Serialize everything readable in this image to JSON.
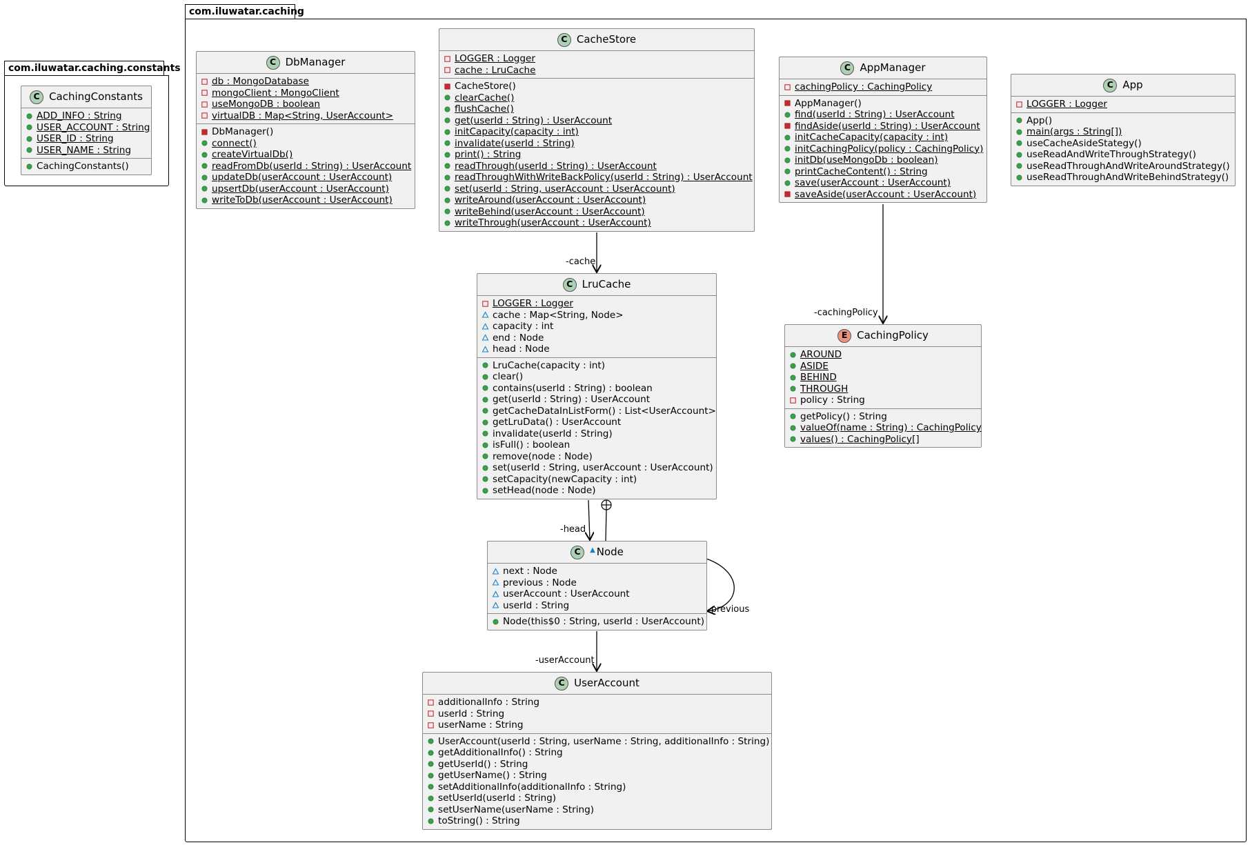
{
  "packages": {
    "constants": {
      "name": "com.iluwatar.caching.constants"
    },
    "caching": {
      "name": "com.iluwatar.caching"
    }
  },
  "colors": {
    "class_fill": "#f1f1f1",
    "class_border": "#8a8a8a",
    "class_badge": "#add1b2",
    "enum_badge": "#eb937f",
    "public": "#38a14a",
    "private": "#c82930",
    "package_private": "#1c7ec2"
  },
  "classes": {
    "caching_constants": {
      "name": "CachingConstants",
      "badge": "C",
      "fields": [
        {
          "vis": "public",
          "text": "ADD_INFO : String",
          "static": true
        },
        {
          "vis": "public",
          "text": "USER_ACCOUNT : String",
          "static": true
        },
        {
          "vis": "public",
          "text": "USER_ID : String",
          "static": true
        },
        {
          "vis": "public",
          "text": "USER_NAME : String",
          "static": true
        }
      ],
      "methods": [
        {
          "vis": "public",
          "text": "CachingConstants()",
          "static": false
        }
      ]
    },
    "db_manager": {
      "name": "DbManager",
      "badge": "C",
      "fields": [
        {
          "vis": "private",
          "text": "db : MongoDatabase",
          "static": true
        },
        {
          "vis": "private",
          "text": "mongoClient : MongoClient",
          "static": true
        },
        {
          "vis": "private",
          "text": "useMongoDB : boolean",
          "static": true
        },
        {
          "vis": "private",
          "text": "virtualDB : Map<String, UserAccount>",
          "static": true
        }
      ],
      "methods": [
        {
          "vis": "private-method",
          "text": "DbManager()",
          "static": false
        },
        {
          "vis": "public",
          "text": "connect()",
          "static": true
        },
        {
          "vis": "public",
          "text": "createVirtualDb()",
          "static": true
        },
        {
          "vis": "public",
          "text": "readFromDb(userId : String) : UserAccount",
          "static": true
        },
        {
          "vis": "public",
          "text": "updateDb(userAccount : UserAccount)",
          "static": true
        },
        {
          "vis": "public",
          "text": "upsertDb(userAccount : UserAccount)",
          "static": true
        },
        {
          "vis": "public",
          "text": "writeToDb(userAccount : UserAccount)",
          "static": true
        }
      ]
    },
    "cache_store": {
      "name": "CacheStore",
      "badge": "C",
      "fields": [
        {
          "vis": "private",
          "text": "LOGGER : Logger",
          "static": true
        },
        {
          "vis": "private",
          "text": "cache : LruCache",
          "static": true
        }
      ],
      "methods": [
        {
          "vis": "private-method",
          "text": "CacheStore()",
          "static": false
        },
        {
          "vis": "public",
          "text": "clearCache()",
          "static": true
        },
        {
          "vis": "public",
          "text": "flushCache()",
          "static": true
        },
        {
          "vis": "public",
          "text": "get(userId : String) : UserAccount",
          "static": true
        },
        {
          "vis": "public",
          "text": "initCapacity(capacity : int)",
          "static": true
        },
        {
          "vis": "public",
          "text": "invalidate(userId : String)",
          "static": true
        },
        {
          "vis": "public",
          "text": "print() : String",
          "static": true
        },
        {
          "vis": "public",
          "text": "readThrough(userId : String) : UserAccount",
          "static": true
        },
        {
          "vis": "public",
          "text": "readThroughWithWriteBackPolicy(userId : String) : UserAccount",
          "static": true
        },
        {
          "vis": "public",
          "text": "set(userId : String, userAccount : UserAccount)",
          "static": true
        },
        {
          "vis": "public",
          "text": "writeAround(userAccount : UserAccount)",
          "static": true
        },
        {
          "vis": "public",
          "text": "writeBehind(userAccount : UserAccount)",
          "static": true
        },
        {
          "vis": "public",
          "text": "writeThrough(userAccount : UserAccount)",
          "static": true
        }
      ]
    },
    "app_manager": {
      "name": "AppManager",
      "badge": "C",
      "fields": [
        {
          "vis": "private",
          "text": "cachingPolicy : CachingPolicy",
          "static": true
        }
      ],
      "methods": [
        {
          "vis": "private-method",
          "text": "AppManager()",
          "static": false
        },
        {
          "vis": "public",
          "text": "find(userId : String) : UserAccount",
          "static": true
        },
        {
          "vis": "private-method",
          "text": "findAside(userId : String) : UserAccount",
          "static": true
        },
        {
          "vis": "public",
          "text": "initCacheCapacity(capacity : int)",
          "static": true
        },
        {
          "vis": "public",
          "text": "initCachingPolicy(policy : CachingPolicy)",
          "static": true
        },
        {
          "vis": "public",
          "text": "initDb(useMongoDb : boolean)",
          "static": true
        },
        {
          "vis": "public",
          "text": "printCacheContent() : String",
          "static": true
        },
        {
          "vis": "public",
          "text": "save(userAccount : UserAccount)",
          "static": true
        },
        {
          "vis": "private-method",
          "text": "saveAside(userAccount : UserAccount)",
          "static": true
        }
      ]
    },
    "app": {
      "name": "App",
      "badge": "C",
      "fields": [
        {
          "vis": "private",
          "text": "LOGGER : Logger",
          "static": true
        }
      ],
      "methods": [
        {
          "vis": "public",
          "text": "App()",
          "static": false
        },
        {
          "vis": "public",
          "text": "main(args : String[])",
          "static": true
        },
        {
          "vis": "public",
          "text": "useCacheAsideStategy()",
          "static": false
        },
        {
          "vis": "public",
          "text": "useReadAndWriteThroughStrategy()",
          "static": false
        },
        {
          "vis": "public",
          "text": "useReadThroughAndWriteAroundStrategy()",
          "static": false
        },
        {
          "vis": "public",
          "text": "useReadThroughAndWriteBehindStrategy()",
          "static": false
        }
      ]
    },
    "lru_cache": {
      "name": "LruCache",
      "badge": "C",
      "fields": [
        {
          "vis": "private",
          "text": "LOGGER : Logger",
          "static": true
        },
        {
          "vis": "package",
          "text": "cache : Map<String, Node>",
          "static": false
        },
        {
          "vis": "package",
          "text": "capacity : int",
          "static": false
        },
        {
          "vis": "package",
          "text": "end : Node",
          "static": false
        },
        {
          "vis": "package",
          "text": "head : Node",
          "static": false
        }
      ],
      "methods": [
        {
          "vis": "public",
          "text": "LruCache(capacity : int)",
          "static": false
        },
        {
          "vis": "public",
          "text": "clear()",
          "static": false
        },
        {
          "vis": "public",
          "text": "contains(userId : String) : boolean",
          "static": false
        },
        {
          "vis": "public",
          "text": "get(userId : String) : UserAccount",
          "static": false
        },
        {
          "vis": "public",
          "text": "getCacheDataInListForm() : List<UserAccount>",
          "static": false
        },
        {
          "vis": "public",
          "text": "getLruData() : UserAccount",
          "static": false
        },
        {
          "vis": "public",
          "text": "invalidate(userId : String)",
          "static": false
        },
        {
          "vis": "public",
          "text": "isFull() : boolean",
          "static": false
        },
        {
          "vis": "public",
          "text": "remove(node : Node)",
          "static": false
        },
        {
          "vis": "public",
          "text": "set(userId : String, userAccount : UserAccount)",
          "static": false
        },
        {
          "vis": "public",
          "text": "setCapacity(newCapacity : int)",
          "static": false
        },
        {
          "vis": "public",
          "text": "setHead(node : Node)",
          "static": false
        }
      ]
    },
    "caching_policy": {
      "name": "CachingPolicy",
      "badge": "E",
      "fields": [
        {
          "vis": "public",
          "text": "AROUND",
          "static": true
        },
        {
          "vis": "public",
          "text": "ASIDE",
          "static": true
        },
        {
          "vis": "public",
          "text": "BEHIND",
          "static": true
        },
        {
          "vis": "public",
          "text": "THROUGH",
          "static": true
        },
        {
          "vis": "private",
          "text": "policy : String",
          "static": false
        }
      ],
      "methods": [
        {
          "vis": "public",
          "text": "getPolicy() : String",
          "static": false
        },
        {
          "vis": "public",
          "text": "valueOf(name : String) : CachingPolicy",
          "static": true
        },
        {
          "vis": "public",
          "text": "values() : CachingPolicy[]",
          "static": true
        }
      ]
    },
    "node": {
      "name": "Node",
      "badge": "C",
      "name_marker": "package",
      "fields": [
        {
          "vis": "package",
          "text": "next : Node",
          "static": false
        },
        {
          "vis": "package",
          "text": "previous : Node",
          "static": false
        },
        {
          "vis": "package",
          "text": "userAccount : UserAccount",
          "static": false
        },
        {
          "vis": "package",
          "text": "userId : String",
          "static": false
        }
      ],
      "methods": [
        {
          "vis": "public",
          "text": "Node(this$0 : String, userId : UserAccount)",
          "static": false
        }
      ]
    },
    "user_account": {
      "name": "UserAccount",
      "badge": "C",
      "fields": [
        {
          "vis": "private",
          "text": "additionalInfo : String",
          "static": false
        },
        {
          "vis": "private",
          "text": "userId : String",
          "static": false
        },
        {
          "vis": "private",
          "text": "userName : String",
          "static": false
        }
      ],
      "methods": [
        {
          "vis": "public",
          "text": "UserAccount(userId : String, userName : String, additionalInfo : String)",
          "static": false
        },
        {
          "vis": "public",
          "text": "getAdditionalInfo() : String",
          "static": false
        },
        {
          "vis": "public",
          "text": "getUserId() : String",
          "static": false
        },
        {
          "vis": "public",
          "text": "getUserName() : String",
          "static": false
        },
        {
          "vis": "public",
          "text": "setAdditionalInfo(additionalInfo : String)",
          "static": false
        },
        {
          "vis": "public",
          "text": "setUserId(userId : String)",
          "static": false
        },
        {
          "vis": "public",
          "text": "setUserName(userName : String)",
          "static": false
        },
        {
          "vis": "public",
          "text": "toString() : String",
          "static": false
        }
      ]
    }
  },
  "relations": [
    {
      "from": "CacheStore",
      "to": "LruCache",
      "label": "-cache"
    },
    {
      "from": "AppManager",
      "to": "CachingPolicy",
      "label": "-cachingPolicy"
    },
    {
      "from": "LruCache",
      "to": "Node",
      "label": "-head"
    },
    {
      "from": "Node",
      "to": "LruCache",
      "label": "",
      "kind": "nested"
    },
    {
      "from": "Node",
      "to": "Node",
      "label": "-previous"
    },
    {
      "from": "Node",
      "to": "UserAccount",
      "label": "-userAccount"
    }
  ]
}
